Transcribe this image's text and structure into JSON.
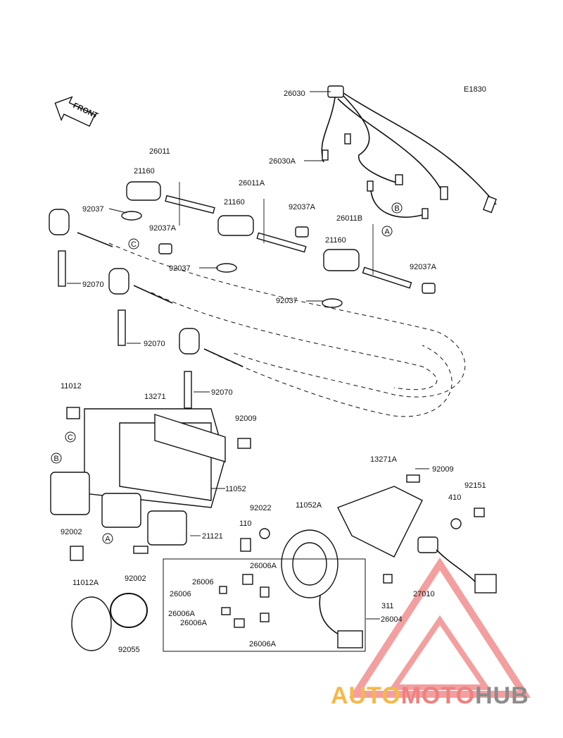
{
  "diagram_code": "E1830",
  "front_label": "FRONT",
  "callouts": [
    "A",
    "B",
    "C"
  ],
  "parts": [
    "26030",
    "26030A",
    "26011",
    "21160",
    "26011A",
    "21160",
    "92037",
    "92037A",
    "26011B",
    "21160",
    "92037",
    "92037A",
    "92037",
    "92037A",
    "92070",
    "92070",
    "92070",
    "11012",
    "13271",
    "92009",
    "11052",
    "92002",
    "21121",
    "92022",
    "110",
    "11052A",
    "13271A",
    "92009",
    "92151",
    "410",
    "27010",
    "311",
    "26006",
    "26006A",
    "26006",
    "26006A",
    "26006A",
    "26006A",
    "26004",
    "11012A",
    "92002",
    "92055"
  ],
  "watermark": {
    "part1": "AUTO",
    "part2": "MOTO",
    "part3": "HUB",
    "color1": "#f5b84a",
    "color2": "#f08080",
    "color3": "#8c8c8c"
  }
}
